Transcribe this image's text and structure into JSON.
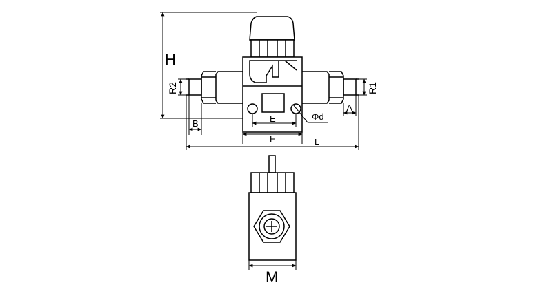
{
  "labels": {
    "H": "H",
    "R2": "R2",
    "R1": "R1",
    "A": "A",
    "B": "B",
    "E": "E",
    "F": "F",
    "L": "L",
    "phi_d": "Φd",
    "M": "M"
  },
  "colors": {
    "line": "#000000",
    "background": "#ffffff"
  }
}
